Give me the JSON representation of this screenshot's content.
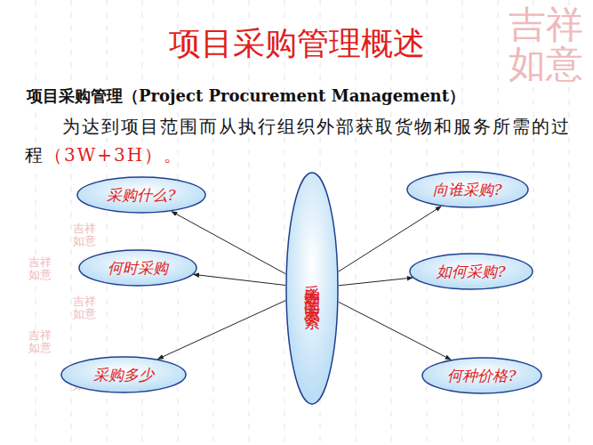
{
  "diagram": {
    "title": "项目采购管理概述",
    "nodes": [
      {
        "text": [
          "采购什么?"
        ]
      },
      {
        "text": [
          "采购管理的六大要素"
        ]
      },
      {
        "text": [
          "向谁采购?"
        ]
      },
      {
        "text": [
          "何时采购"
        ]
      },
      {
        "text": [
          "如何采购?"
        ]
      },
      {
        "text": [
          "采购多少"
        ]
      },
      {
        "text": [
          "何种价格?"
        ]
      }
    ],
    "edges": [
      {
        "from": 1,
        "to": 0,
        "arrow": "to"
      },
      {
        "from": 1,
        "to": 2,
        "arrow": "to"
      },
      {
        "from": 1,
        "to": 3,
        "arrow": "to"
      },
      {
        "from": 1,
        "to": 4,
        "arrow": "to"
      },
      {
        "from": 1,
        "to": 5,
        "arrow": "to"
      },
      {
        "from": 1,
        "to": 6,
        "arrow": "to"
      }
    ],
    "labels": [
      "项目采购管理（Project Procurement Management）",
      "为达到项目范围而从执行组织外部获取货物和服务所需的过程",
      "（3W+3H）。",
      "吉祥如意",
      "吉祥如意",
      "吉祥如意",
      "吉祥如意",
      "吉祥如意",
      "吉祥如意"
    ]
  }
}
